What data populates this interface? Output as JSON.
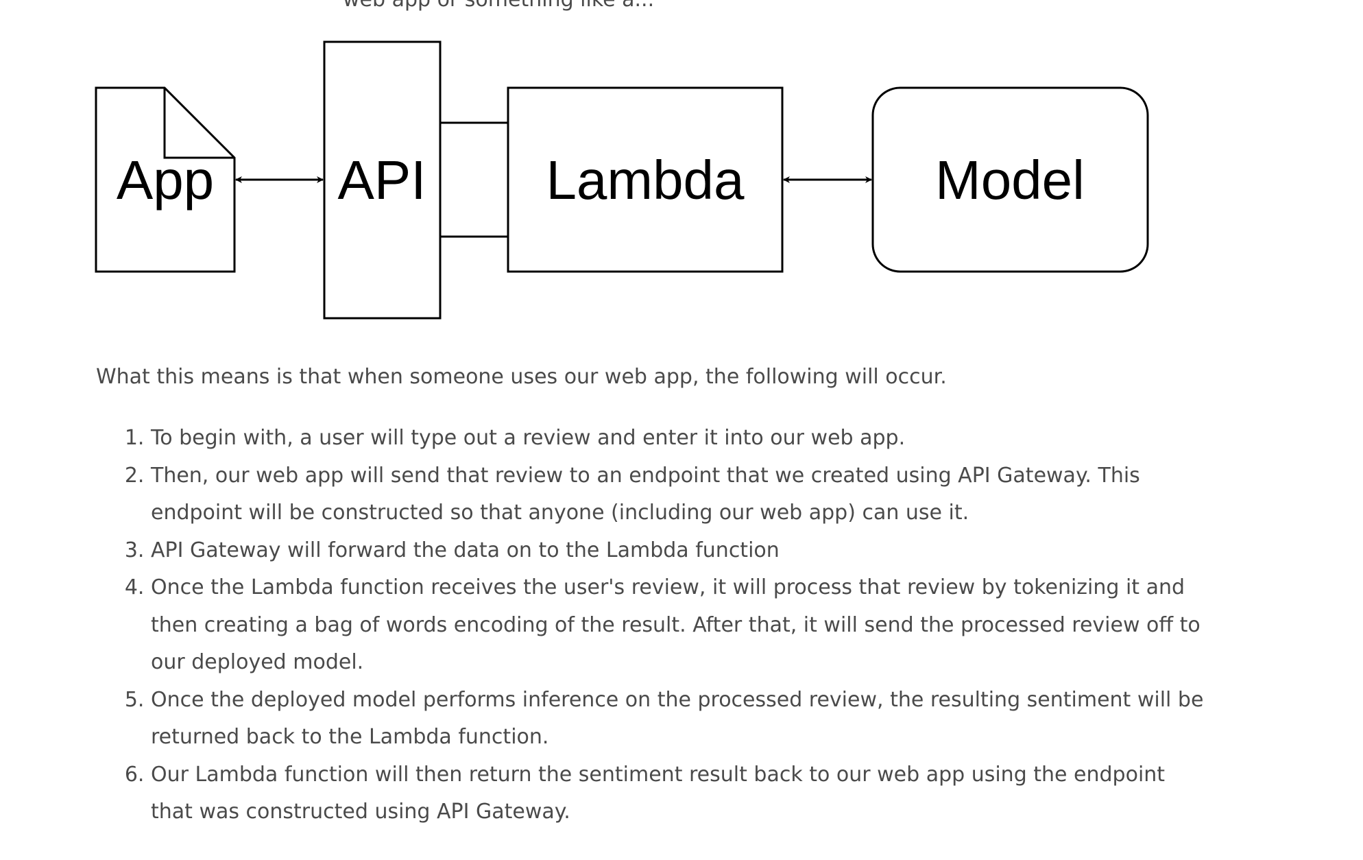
{
  "top_cut_text": "web app or something like a...",
  "diagram": {
    "nodes": {
      "app": "App",
      "api": "API",
      "lambda": "Lambda",
      "model": "Model"
    }
  },
  "intro": "What this means is that when someone uses our web app, the following will occur.",
  "steps": [
    "To begin with, a user will type out a review and enter it into our web app.",
    "Then, our web app will send that review to an endpoint that we created using API Gateway. This endpoint will be constructed so that anyone (including our web app) can use it.",
    "API Gateway will forward the data on to the Lambda function",
    "Once the Lambda function receives the user's review, it will process that review by tokenizing it and then creating a bag of words encoding of the result. After that, it will send the processed review off to our deployed model.",
    "Once the deployed model performs inference on the processed review, the resulting sentiment will be returned back to the Lambda function.",
    "Our Lambda function will then return the sentiment result back to our web app using the endpoint that was constructed using API Gateway."
  ]
}
